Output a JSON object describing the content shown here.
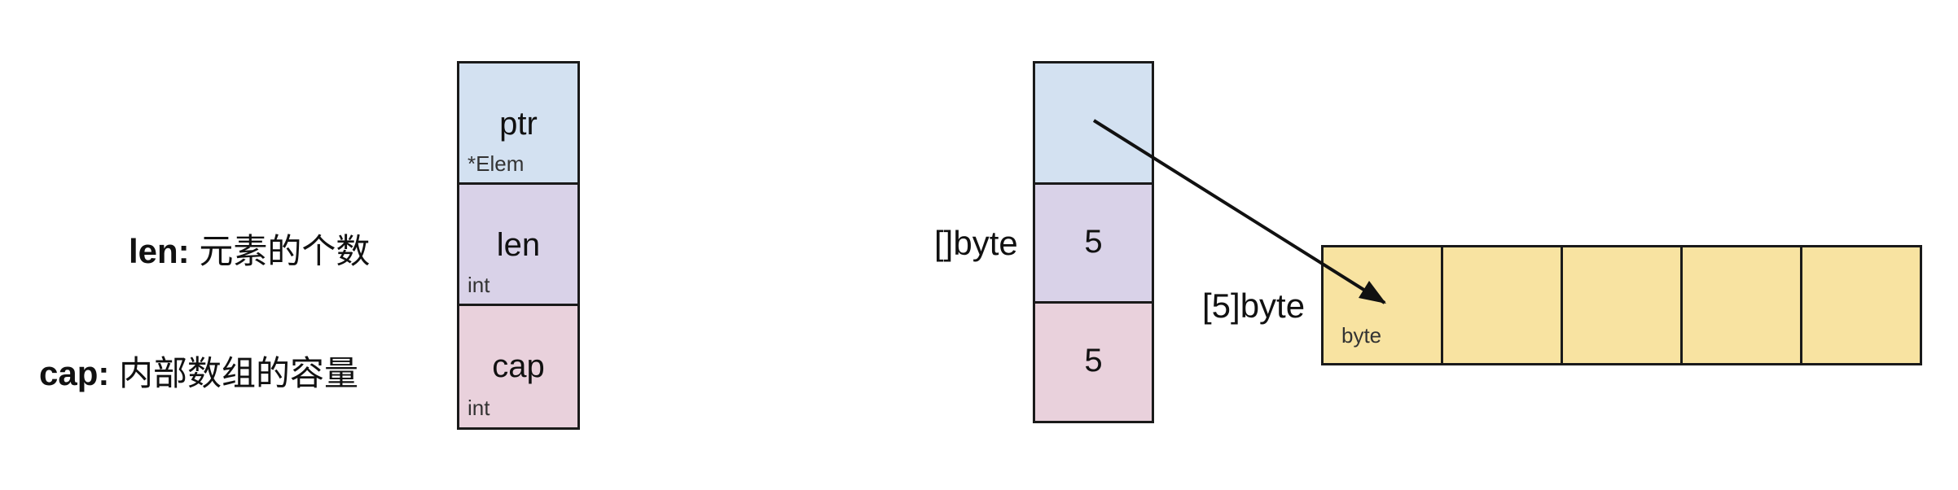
{
  "left_labels": {
    "len_key": "len:",
    "len_desc": "元素的个数",
    "cap_key": "cap:",
    "cap_desc": "内部数组的容量"
  },
  "slice_header": {
    "ptr": {
      "name": "ptr",
      "type": "*Elem"
    },
    "len": {
      "name": "len",
      "type": "int"
    },
    "cap": {
      "name": "cap",
      "type": "int"
    }
  },
  "example_slice": {
    "type_label": "[]byte",
    "len_value": "5",
    "cap_value": "5"
  },
  "array": {
    "type_label": "[5]byte",
    "element_type": "byte",
    "cell_count": 5
  },
  "colors": {
    "ptr": "#d3e1f1",
    "len": "#d9d2e8",
    "cap": "#e9d1dc",
    "array": "#f8e3a1"
  }
}
